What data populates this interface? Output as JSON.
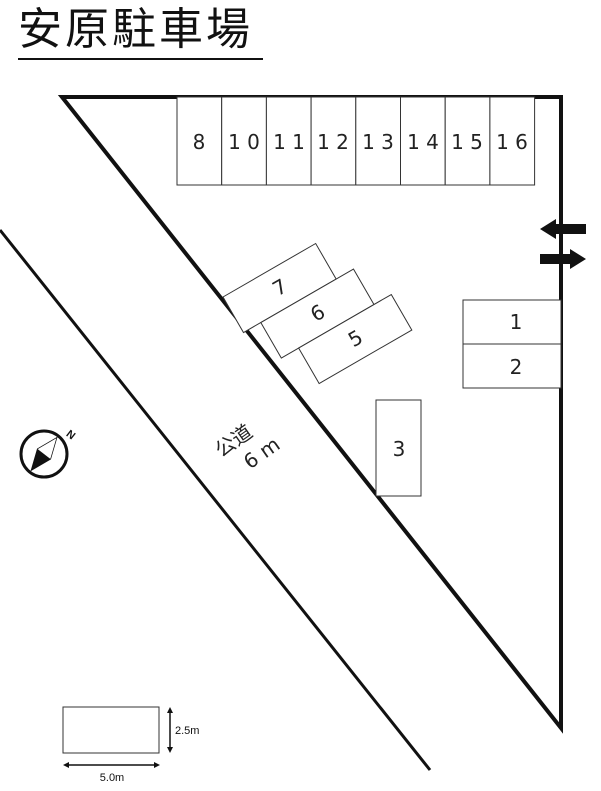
{
  "title": "安原駐車場",
  "road": {
    "name": "公道",
    "width": "6 m"
  },
  "compass": {
    "label": "N"
  },
  "top_row": [
    {
      "id": "8",
      "label": "8"
    },
    {
      "id": "10",
      "label": "1 0"
    },
    {
      "id": "11",
      "label": "1 1"
    },
    {
      "id": "12",
      "label": "1 2"
    },
    {
      "id": "13",
      "label": "1 3"
    },
    {
      "id": "14",
      "label": "1 4"
    },
    {
      "id": "15",
      "label": "1 5"
    },
    {
      "id": "16",
      "label": "1 6"
    }
  ],
  "diagonal_row": [
    {
      "id": "7",
      "label": "7"
    },
    {
      "id": "6",
      "label": "6"
    },
    {
      "id": "5",
      "label": "5"
    }
  ],
  "right_row": [
    {
      "id": "1",
      "label": "1"
    },
    {
      "id": "2",
      "label": "2"
    }
  ],
  "single": {
    "id": "3",
    "label": "3"
  },
  "legend": {
    "width_label": "5.0m",
    "height_label": "2.5m"
  },
  "colors": {
    "line": "#111111",
    "stall_border": "#333333"
  }
}
